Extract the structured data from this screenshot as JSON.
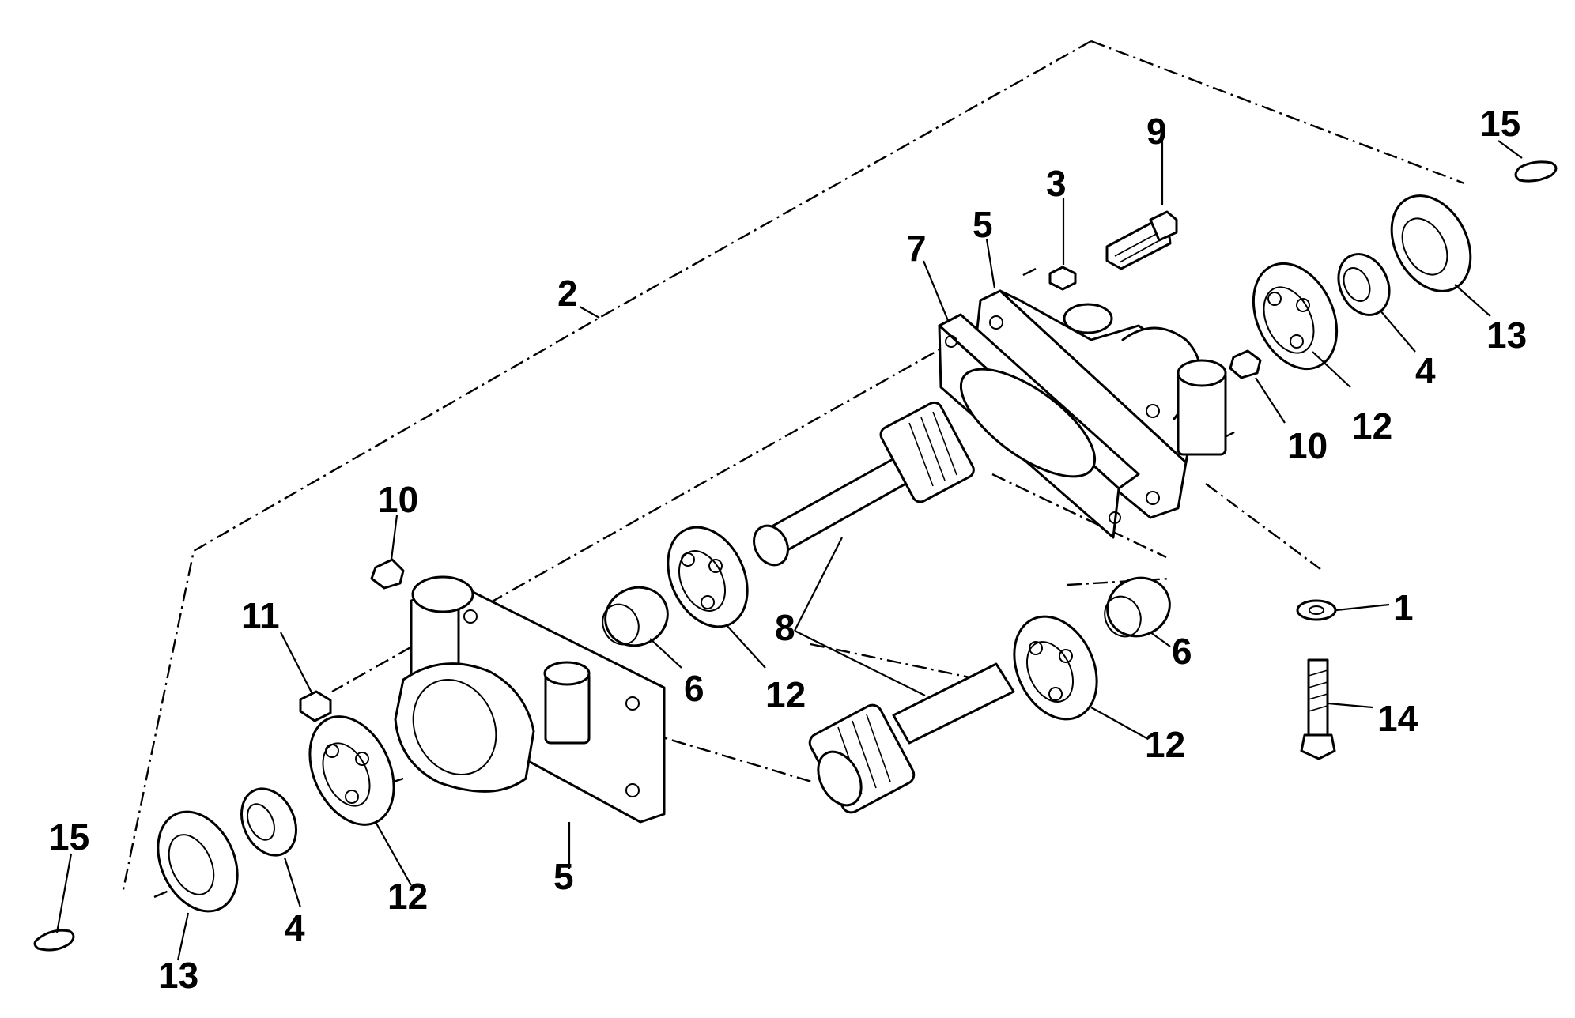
{
  "diagram": {
    "type": "exploded-parts-view",
    "ink_color": "#000000",
    "background_color": "#ffffff",
    "callouts": [
      {
        "id": "c15-top",
        "label": "15",
        "part": "key"
      },
      {
        "id": "c9",
        "label": "9",
        "part": "bolt"
      },
      {
        "id": "c3",
        "label": "3",
        "part": "nut"
      },
      {
        "id": "c5-top",
        "label": "5",
        "part": "housing"
      },
      {
        "id": "c7",
        "label": "7",
        "part": "gasket"
      },
      {
        "id": "c2",
        "label": "2",
        "part": "assembly"
      },
      {
        "id": "c13-top",
        "label": "13",
        "part": "seal"
      },
      {
        "id": "c4-top",
        "label": "4",
        "part": "spacer"
      },
      {
        "id": "c12-top",
        "label": "12",
        "part": "bearing"
      },
      {
        "id": "c10-top",
        "label": "10",
        "part": "plug"
      },
      {
        "id": "c10-left",
        "label": "10",
        "part": "plug"
      },
      {
        "id": "c11",
        "label": "11",
        "part": "nut"
      },
      {
        "id": "c6-left",
        "label": "6",
        "part": "bushing"
      },
      {
        "id": "c12-mid-left",
        "label": "12",
        "part": "bearing"
      },
      {
        "id": "c8",
        "label": "8",
        "part": "gear-shaft"
      },
      {
        "id": "c1",
        "label": "1",
        "part": "washer"
      },
      {
        "id": "c6-right",
        "label": "6",
        "part": "bushing"
      },
      {
        "id": "c14",
        "label": "14",
        "part": "bolt"
      },
      {
        "id": "c12-mid-right",
        "label": "12",
        "part": "bearing"
      },
      {
        "id": "c15-bottom",
        "label": "15",
        "part": "key"
      },
      {
        "id": "c5-bottom",
        "label": "5",
        "part": "housing"
      },
      {
        "id": "c12-bottom",
        "label": "12",
        "part": "bearing"
      },
      {
        "id": "c4-bottom",
        "label": "4",
        "part": "spacer"
      },
      {
        "id": "c13-bottom",
        "label": "13",
        "part": "seal"
      }
    ]
  }
}
